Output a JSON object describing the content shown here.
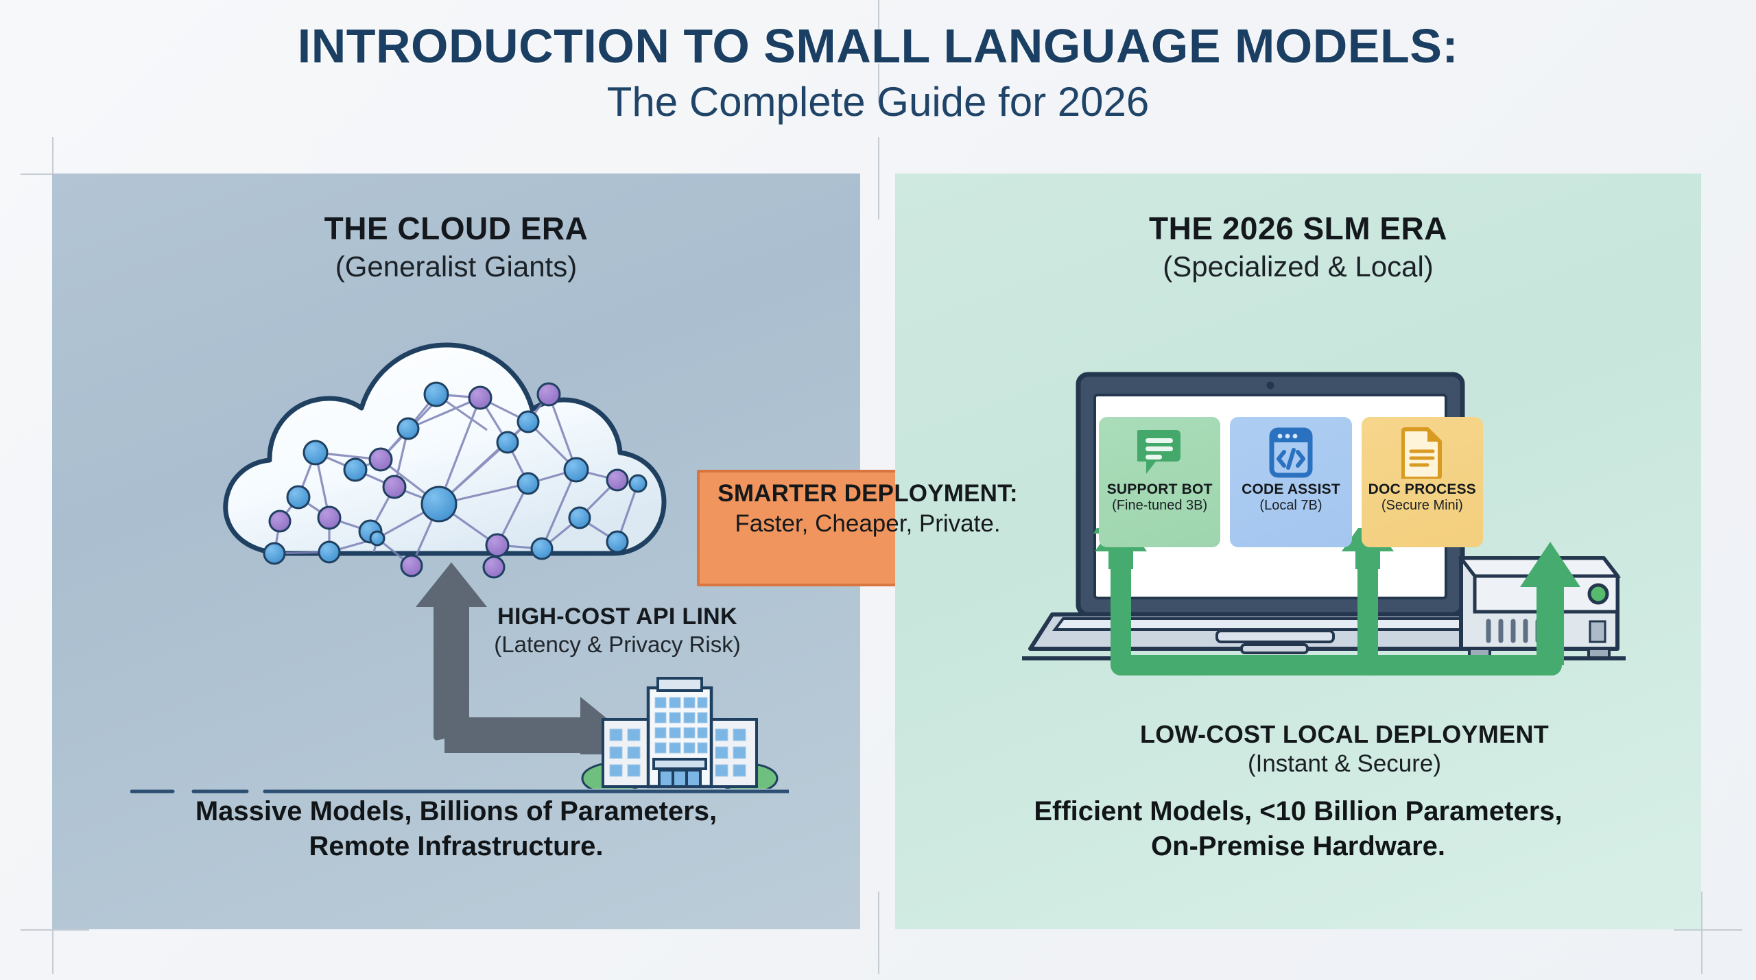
{
  "header": {
    "title_line1": "INTRODUCTION TO SMALL LANGUAGE MODELS:",
    "title_line2": "The Complete Guide for 2026",
    "title_color": "#1b3f63"
  },
  "left_panel": {
    "title": "THE CLOUD ERA",
    "subtitle": "(Generalist Giants)",
    "background_color": "#aabecf",
    "cloud_icon": "cloud-network-icon",
    "building_icon": "office-building-icon",
    "link_arrow": {
      "icon": "double-arrow-icon",
      "color": "#5a6672",
      "label_title": "HIGH-COST API LINK",
      "label_subtitle": "(Latency & Privacy Risk)"
    },
    "footer_line1": "Massive Models, Billions of Parameters,",
    "footer_line2": "Remote Infrastructure."
  },
  "center_arrow": {
    "icon": "right-arrow-icon",
    "color": "#f0955e",
    "line1": "SMARTER DEPLOYMENT:",
    "line2": "Faster, Cheaper, Private."
  },
  "right_panel": {
    "title": "THE 2026 SLM ERA",
    "subtitle": "(Specialized & Local)",
    "background_color": "#cfe8dd",
    "laptop_icon": "laptop-icon",
    "server_icon": "server-icon",
    "cards": [
      {
        "icon": "chat-bubble-icon",
        "name": "SUPPORT BOT",
        "meta": "(Fine-tuned 3B)",
        "color": "#9ed5ae"
      },
      {
        "icon": "code-window-icon",
        "name": "CODE ASSIST",
        "meta": "(Local 7B)",
        "color": "#a4c6ef"
      },
      {
        "icon": "document-icon",
        "name": "DOC PROCESS",
        "meta": "(Secure Mini)",
        "color": "#f3cf7e"
      }
    ],
    "deploy": {
      "icon": "up-arrows-icon",
      "color": "#46ab6f",
      "label_title": "LOW-COST LOCAL DEPLOYMENT",
      "label_subtitle": "(Instant & Secure)"
    },
    "footer_line1": "Efficient Models, <10 Billion Parameters,",
    "footer_line2": "On-Premise Hardware."
  }
}
